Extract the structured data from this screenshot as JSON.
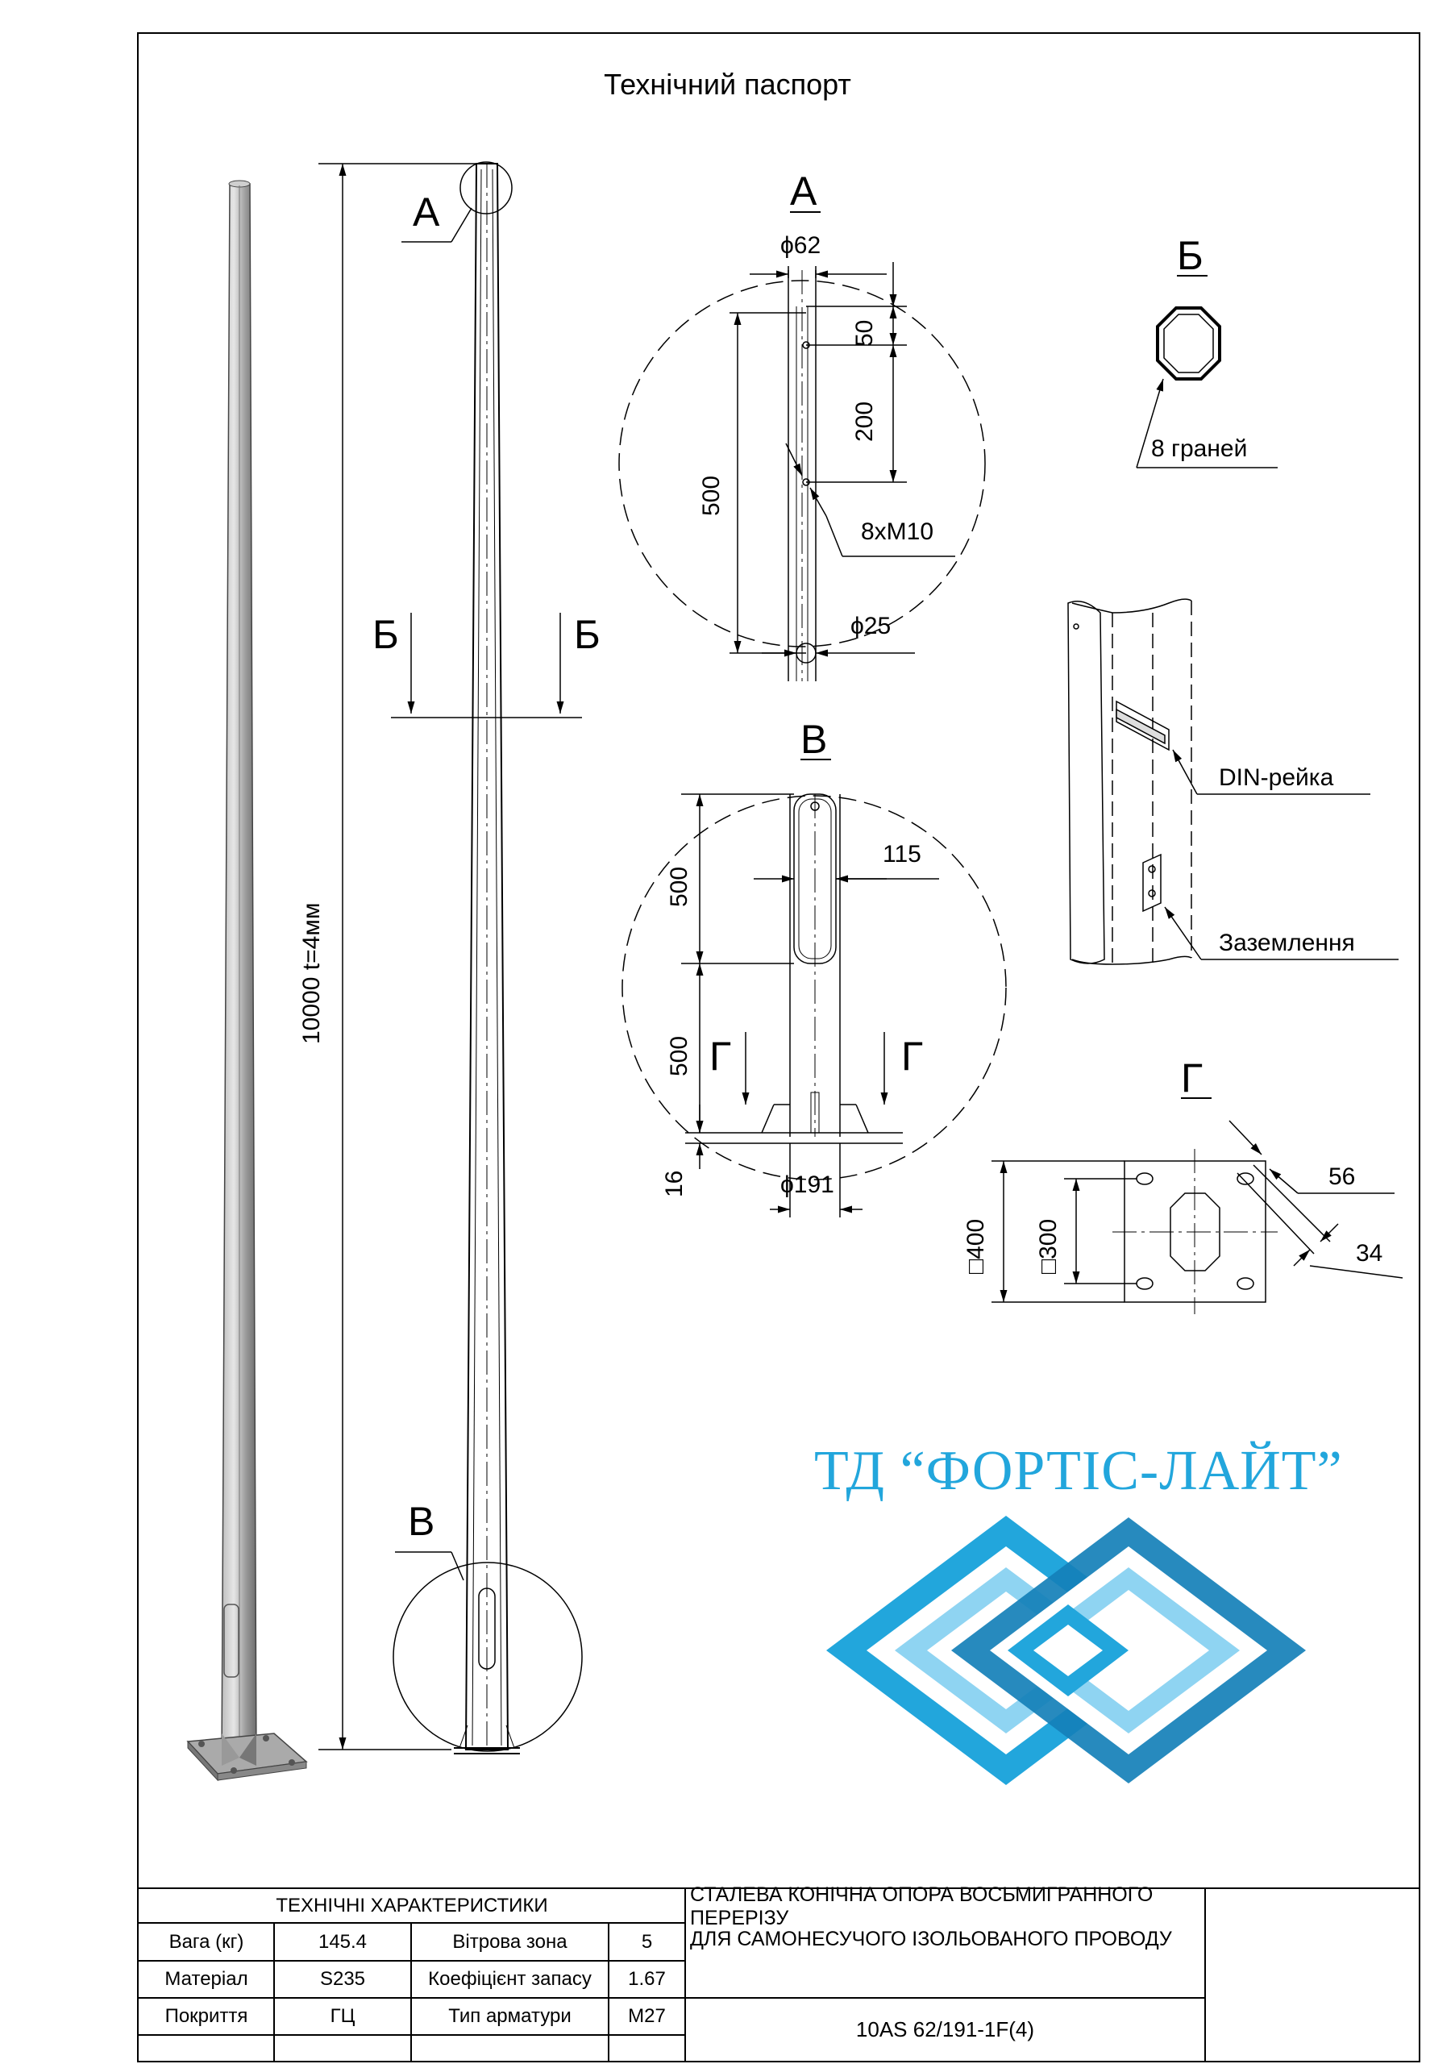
{
  "header": {
    "title": "Технічний паспорт"
  },
  "views": {
    "a_label": "А",
    "b_label": "Б",
    "v_label": "В",
    "g_label": "Г",
    "main_dimension": "10000 t=4мм",
    "detail_a": {
      "title": "А",
      "dia_top": "ϕ62",
      "dim_50": "50",
      "dim_200": "200",
      "dim_500": "500",
      "bolts": "8xM10",
      "dia_hole": "ϕ25"
    },
    "section_b": {
      "title": "Б",
      "faces": "8 граней"
    },
    "detail_v": {
      "title": "В",
      "dim_500_top": "500",
      "dim_115": "115",
      "dim_500_bottom": "500",
      "dim_16": "16",
      "dia_base": "ϕ191",
      "section_marker": "Г"
    },
    "din_view": {
      "din_rail": "DIN-рейка",
      "grounding": "Заземлення"
    },
    "plate_g": {
      "title": "Г",
      "dim_400": "□400",
      "dim_300": "□300",
      "dim_56": "56",
      "dim_34": "34"
    }
  },
  "logo": {
    "text": "ТД “ФОРТІС-ЛАЙТ”",
    "colors": {
      "primary": "#22a6dc",
      "light": "#8fd4f2",
      "dark": "#1580b8"
    }
  },
  "spec_table": {
    "heading": "ТЕХНІЧНІ ХАРАКТЕРИСТИКИ",
    "rows": [
      {
        "name1": "Вага (кг)",
        "val1": "145.4",
        "name2": "Вітрова зона",
        "val2": "5"
      },
      {
        "name1": "Матеріал",
        "val1": "S235",
        "name2": "Коефіцієнт запасу",
        "val2": "1.67"
      },
      {
        "name1": "Покриття",
        "val1": "ГЦ",
        "name2": "Тип арматури",
        "val2": "М27"
      }
    ],
    "description_line1": "СТАЛЕВА КОНІЧНА ОПОРА ВОСЬМИГРАННОГО ПЕРЕРІЗУ",
    "description_line2": "ДЛЯ САМОНЕСУЧОГО ІЗОЛЬОВАНОГО ПРОВОДУ",
    "code": "10AS 62/191-1F(4)"
  }
}
